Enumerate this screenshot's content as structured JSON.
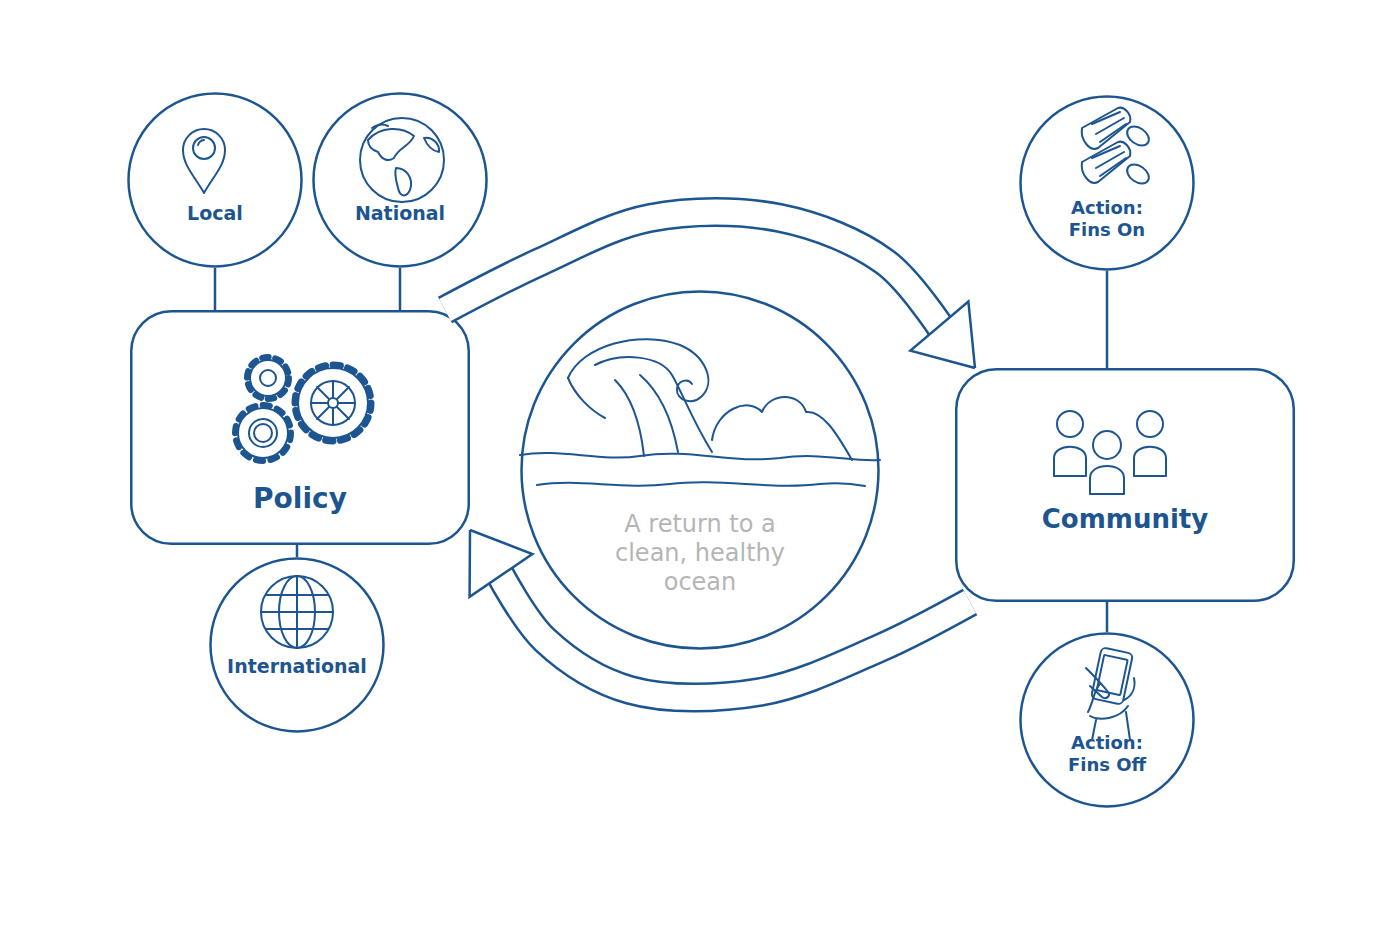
{
  "diagram": {
    "nodes": [
      {
        "text": [
          "Local"
        ]
      },
      {
        "text": [
          "National"
        ]
      },
      {
        "text": [
          "Policy"
        ]
      },
      {
        "text": [
          "International"
        ]
      },
      {
        "text": [
          "A return to a clean, healthy ocean"
        ]
      },
      {
        "text": [
          "Action: Fins On"
        ]
      },
      {
        "text": [
          "Community"
        ]
      },
      {
        "text": [
          "Action: Fins Off"
        ]
      }
    ],
    "edges": [
      {
        "from": 0,
        "to": 2,
        "arrow": "none"
      },
      {
        "from": 1,
        "to": 2,
        "arrow": "none"
      },
      {
        "from": 3,
        "to": 2,
        "arrow": "none"
      },
      {
        "from": 2,
        "to": 6,
        "arrow": "to"
      },
      {
        "from": 6,
        "to": 2,
        "arrow": "to"
      },
      {
        "from": 5,
        "to": 6,
        "arrow": "none"
      },
      {
        "from": 7,
        "to": 6,
        "arrow": "none"
      }
    ]
  }
}
